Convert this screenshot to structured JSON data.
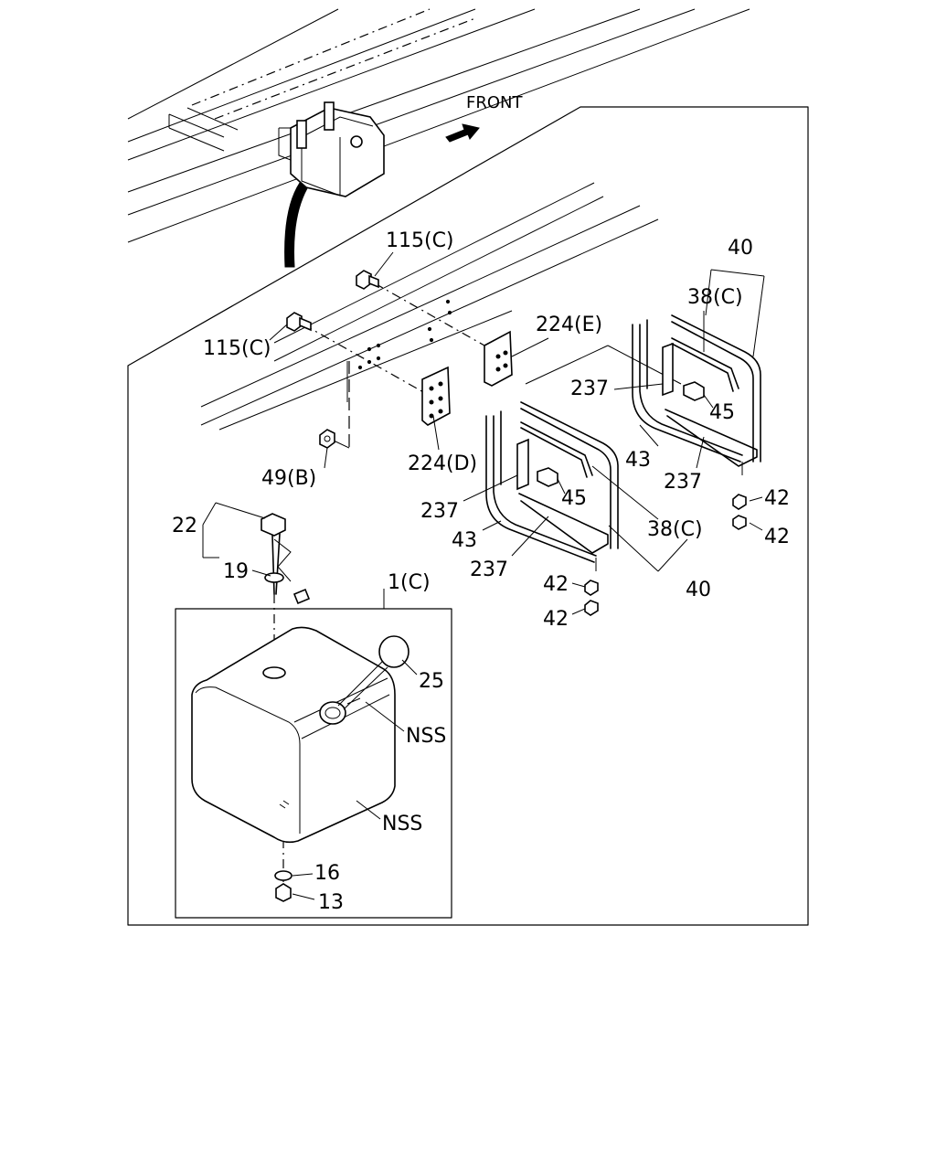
{
  "front_label": "FRONT",
  "callouts": {
    "c115_top": "115(C)",
    "c115_left": "115(C)",
    "c224e": "224(E)",
    "c224d": "224(D)",
    "c49b": "49(B)",
    "c40_top": "40",
    "c38c_top": "38(C)",
    "c237_a": "237",
    "c45_a": "45",
    "c43_a": "43",
    "c237_b": "237",
    "c42_a": "42",
    "c42_b": "42",
    "c237_c": "237",
    "c45_b": "45",
    "c43_b": "43",
    "c237_d": "237",
    "c38c_bottom": "38(C)",
    "c40_bottom": "40",
    "c42_c": "42",
    "c42_d": "42",
    "c22": "22",
    "c19": "19",
    "c1c": "1(C)",
    "c25": "25",
    "nss_a": "NSS",
    "nss_b": "NSS",
    "c16": "16",
    "c13": "13"
  }
}
